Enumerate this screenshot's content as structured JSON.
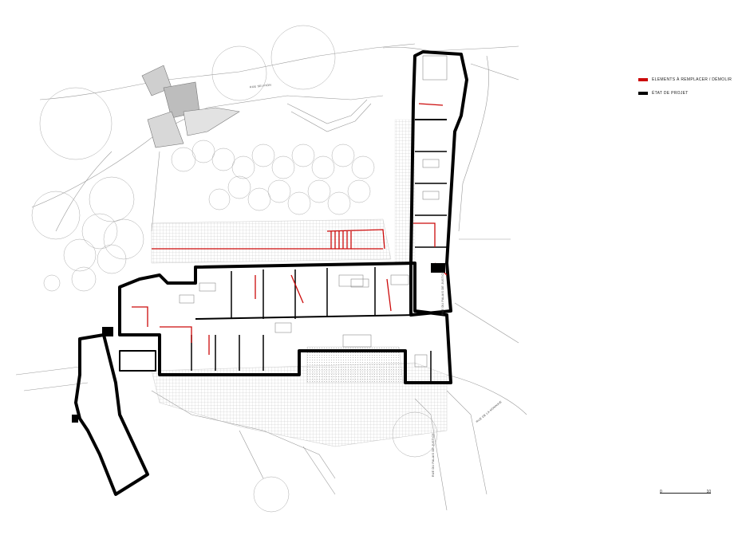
{
  "legend": {
    "items": [
      {
        "label": "ELEMENTS À REMPLACER / DÉMOLIR",
        "color": "#cc0a0a"
      },
      {
        "label": "ÉTAT DE PROJET",
        "color": "#000000"
      }
    ]
  },
  "streets": {
    "top": "RUE SEI PION",
    "east_vertical": "RUE DU PALAIS DE JUSTICE",
    "south_vertical": "RUE DU PALAIS DE JUSTICE",
    "southeast": "RUE DE LA MONNAIE"
  },
  "scale": {
    "start": "0",
    "end": "10"
  },
  "colors": {
    "wall": "#000000",
    "demolish": "#cc0a0a",
    "linework": "#9a9a9a",
    "paving": "#b8b8b8"
  }
}
